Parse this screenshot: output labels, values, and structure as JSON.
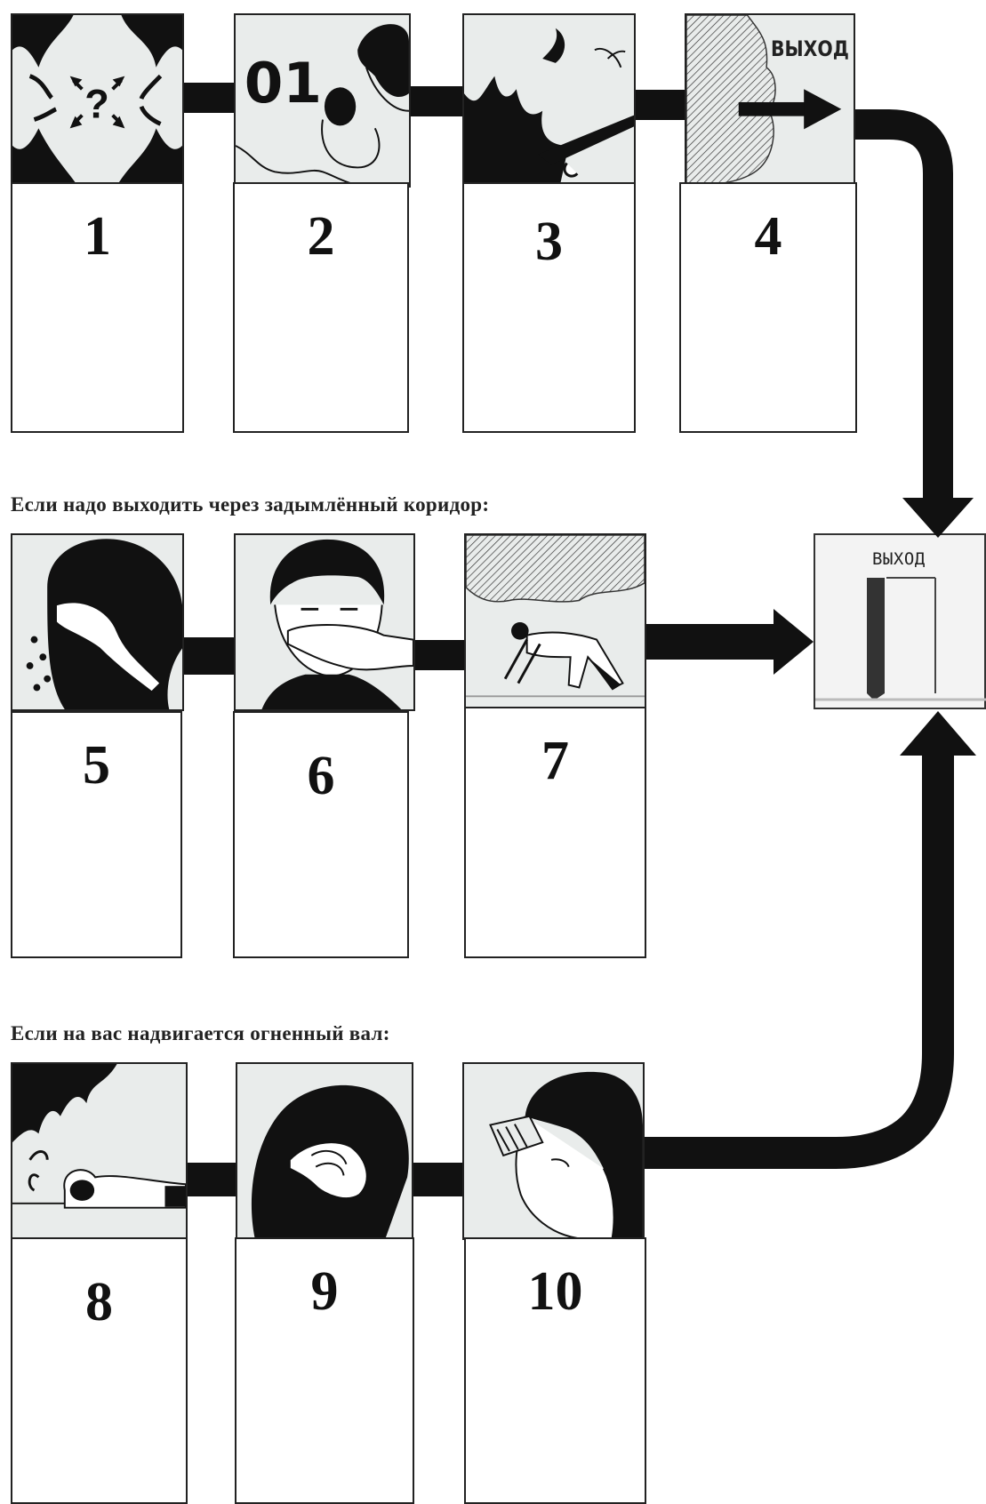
{
  "steps": [
    {
      "number": "1",
      "icon": "question-arrows-icon"
    },
    {
      "number": "2",
      "icon": "phone-call-01-icon",
      "sign": "01"
    },
    {
      "number": "3",
      "icon": "flame-leg-icon"
    },
    {
      "number": "4",
      "icon": "smoke-exit-arrow-icon",
      "sign": "ВЫХОД"
    },
    {
      "number": "5",
      "icon": "eyes-covered-icon"
    },
    {
      "number": "6",
      "icon": "mouth-covered-icon"
    },
    {
      "number": "7",
      "icon": "crawling-person-icon"
    },
    {
      "number": "8",
      "icon": "lying-down-icon"
    },
    {
      "number": "9",
      "icon": "face-covered-icon"
    },
    {
      "number": "10",
      "icon": "wet-cloth-nose-icon"
    }
  ],
  "headings": {
    "smoky_corridor": "Если надо выходить через задымлённый коридор:",
    "fire_wall": "Если на вас надвигается огненный вал:"
  },
  "exit": {
    "label": "ВЫХОД"
  },
  "colors": {
    "ink": "#111111",
    "panel": "#e9eceb",
    "paper": "#ffffff"
  }
}
